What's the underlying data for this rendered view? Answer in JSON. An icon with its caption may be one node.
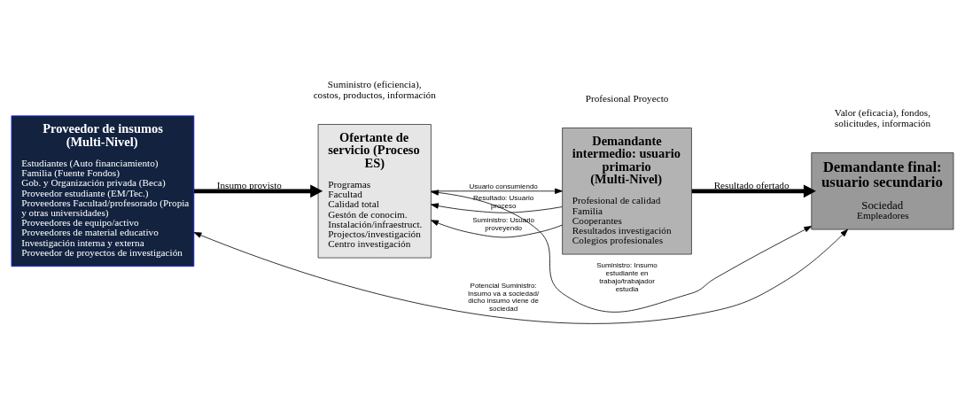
{
  "diagram": {
    "nodes": [
      {
        "text": [
          "Proveedor de insumos (Multi-Nivel)",
          "Estudiantes (Auto financiamiento)",
          "Familia (Fuente Fondos)",
          "Gob. y Organización privada (Beca)",
          "Proveedor estudiante (EM/Tec.)",
          "Proveedores Facultad/profesorado (Propia y otras universidades)",
          "Proveedores de equipo/activo",
          "Proveedores de material educativo",
          "Investigación interna y externa",
          "Proveedor de proyectos de investigación"
        ]
      },
      {
        "text": [
          "Ofertante de servicio (Proceso ES)",
          "Programas",
          "Facultad",
          "Calidad total",
          "Gestón de conocim.",
          "Instalación/infraestruct.",
          "Projectos/investigación",
          "Centro investigación"
        ]
      },
      {
        "text": [
          "Demandante intermedio: usuario primario (Multi-Nivel)",
          "Profesional de calidad",
          "Familia",
          "Cooperantes",
          "Resultados investigación",
          "Colegios profesionales"
        ]
      },
      {
        "text": [
          "Demandante final: usuario secundario",
          "Sociedad",
          "Empleadores"
        ]
      }
    ],
    "edges": [
      {
        "from": 0,
        "to": 1,
        "arrow": "to",
        "label": "Insumo provisto",
        "style": "thick"
      },
      {
        "from": 1,
        "to": 2,
        "arrow": "to",
        "label": "Usuario consumiendo"
      },
      {
        "from": 2,
        "to": 1,
        "arrow": "to",
        "label": "Resultado: Usuario proceso"
      },
      {
        "from": 2,
        "to": 1,
        "arrow": "to",
        "label": "Suministro: Usuario proveyendo"
      },
      {
        "from": 2,
        "to": 3,
        "arrow": "to",
        "label": "Resultado ofertado",
        "style": "thick"
      },
      {
        "from": 1,
        "to": 3,
        "arrow": "both",
        "label": "Suministro: Insumo estudiante en trabajo/trabajador estudia"
      },
      {
        "from": 3,
        "to": 0,
        "arrow": "both",
        "label": "Potencial Suministro: Insumo va a sociedad/ dicho insumo viene de sociedad"
      }
    ],
    "labels": [
      "Suministro (eficiencia), costos, productos, información",
      "Profesional Proyecto",
      "Valor (eficacia), fondos, solicitudes, información"
    ]
  }
}
